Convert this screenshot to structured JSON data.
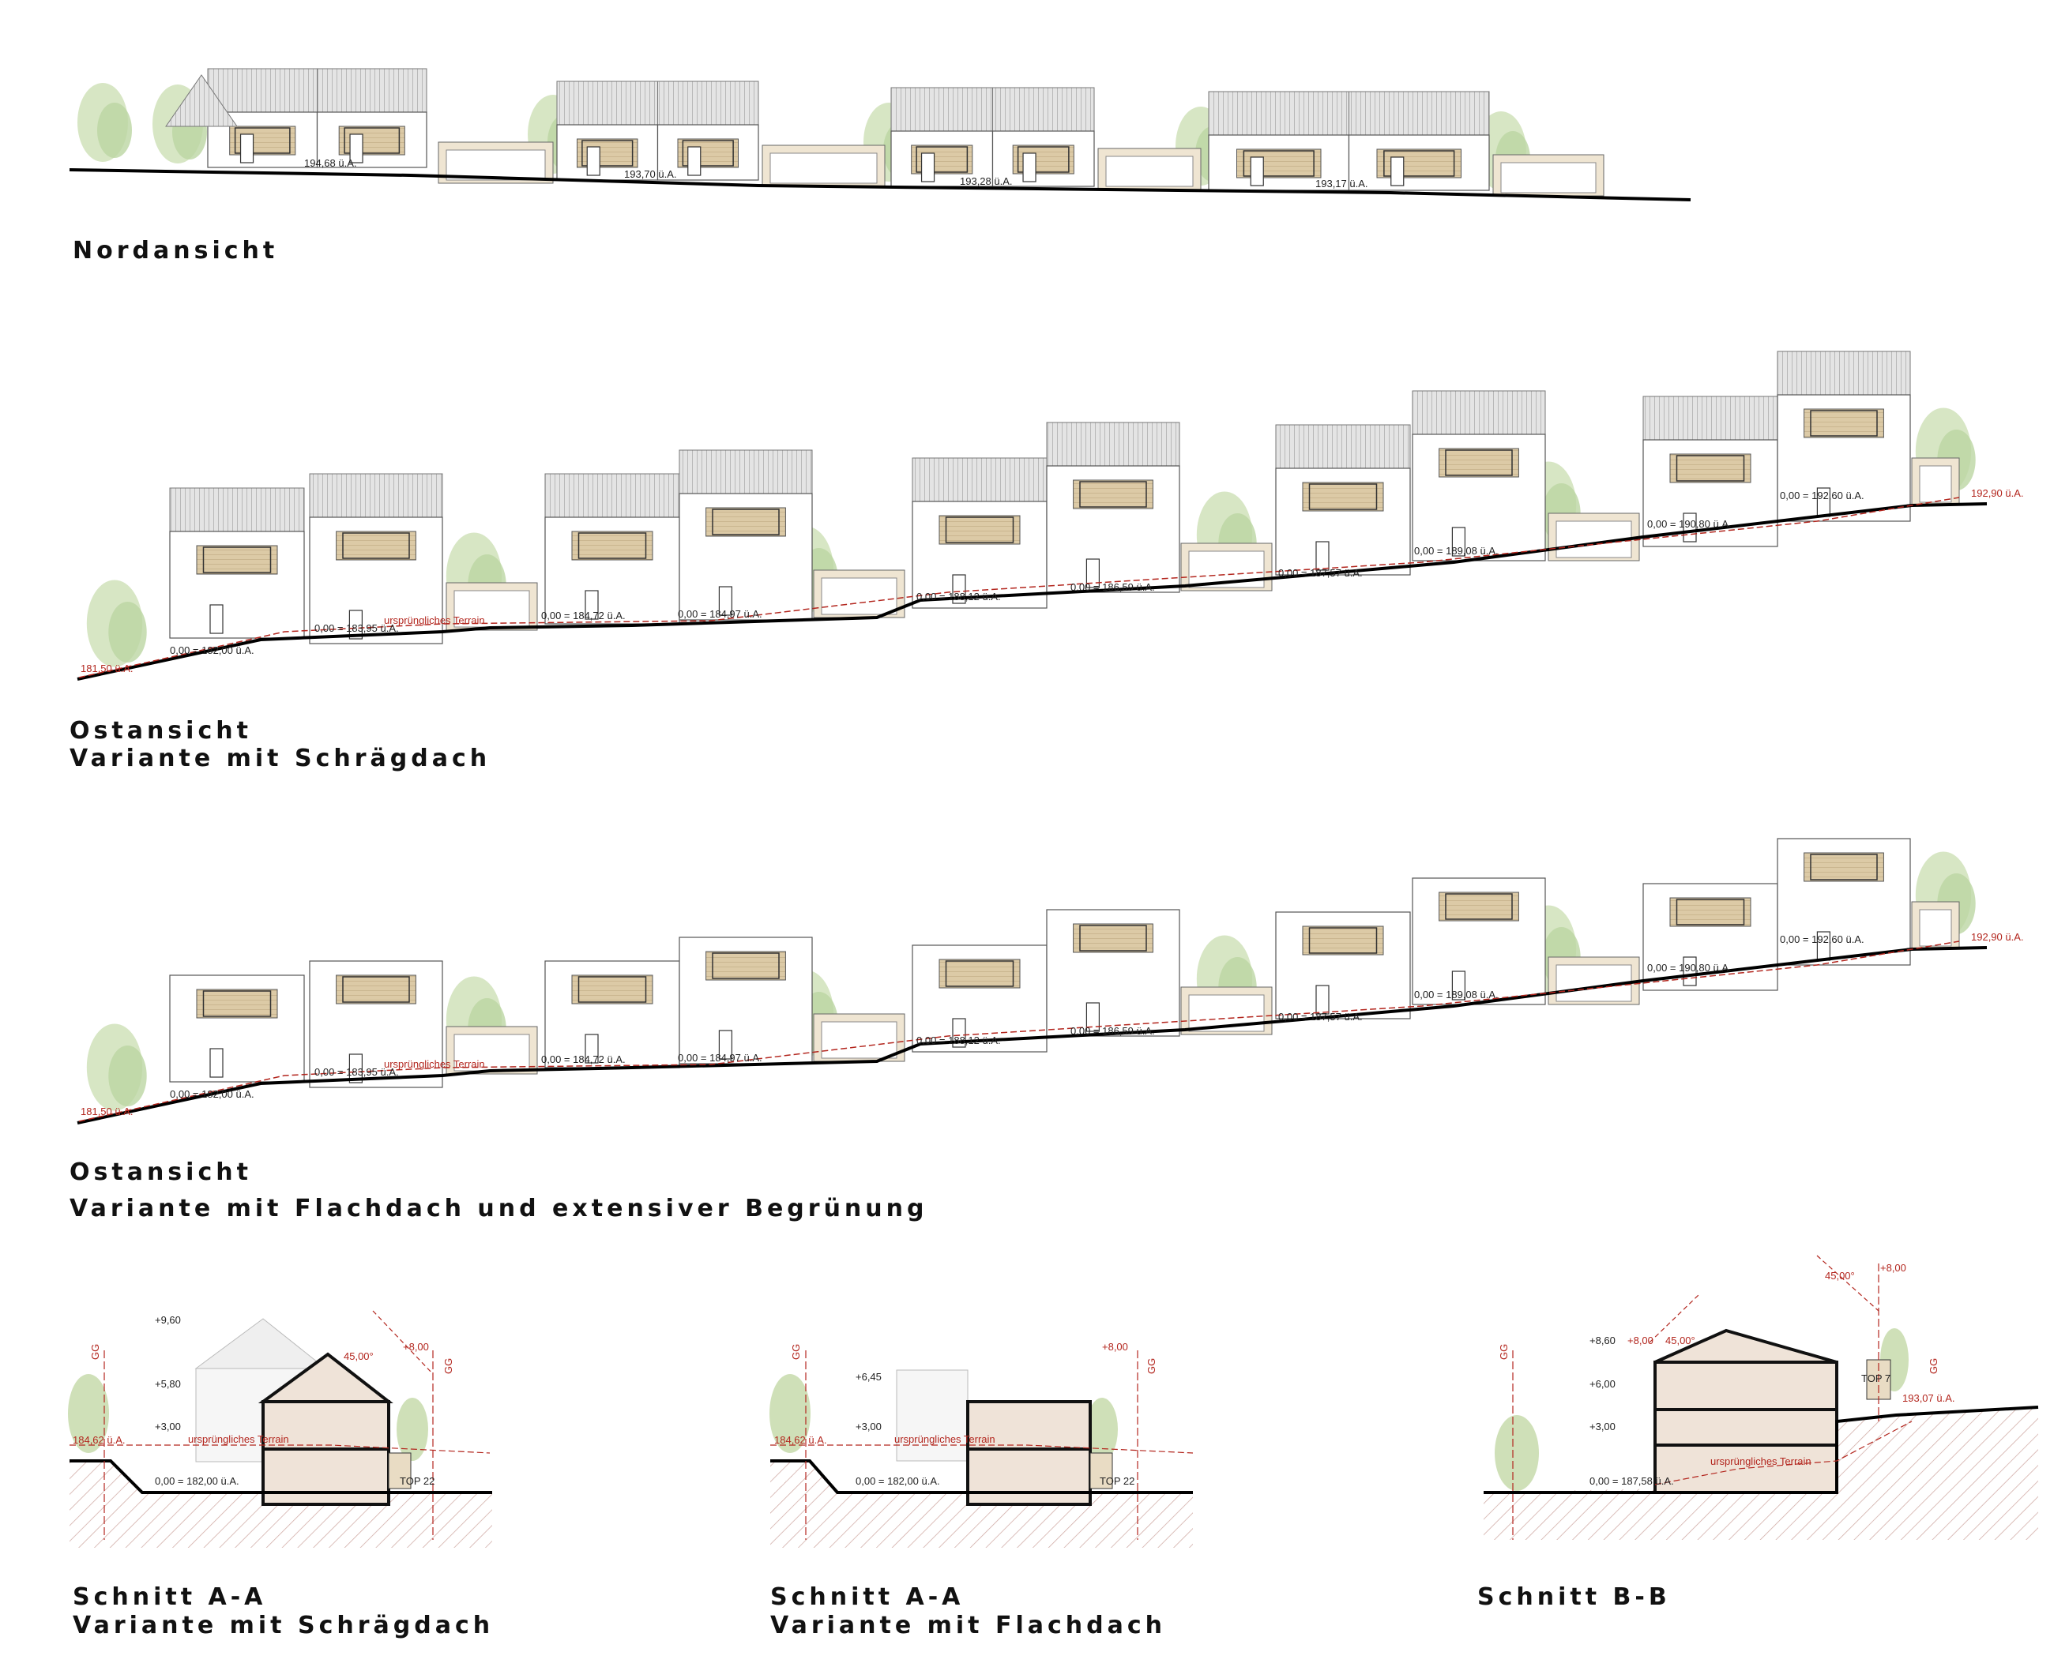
{
  "colors": {
    "roof": "#9a9a9a",
    "cladding": "#d8c8a8",
    "foliage": "#cfe0b8",
    "foliage_dark": "#a9c88e",
    "ground": "#000000",
    "terrain": "#b3261e",
    "section_fill": "#efe3d8",
    "hatch": "#c9a7a0"
  },
  "titles": {
    "north": "Nordansicht",
    "east1_a": "Ostansicht",
    "east1_b": "Variante mit Schrägdach",
    "east2_a": "Ostansicht",
    "east2_b": "Variante mit Flachdach und extensiver Begrünung",
    "sec1_a": "Schnitt A-A",
    "sec1_b": "Variante mit Schrägdach",
    "sec2_a": "Schnitt A-A",
    "sec2_b": "Variante mit Flachdach",
    "sec3": "Schnitt B-B"
  },
  "north": {
    "levels": [
      "194,68 ü.A.",
      "193,70 ü.A.",
      "193,28 ü.A.",
      "193,17 ü.A."
    ]
  },
  "east1": {
    "start_level": "181,50 ü.A.",
    "end_level": "192,90 ü.A.",
    "terrain_label": "ursprüngliches Terrain",
    "levels": [
      "0,00 = 182,00 ü.A.",
      "0,00 = 183,95 ü.A.",
      "0,00 = 184,72 ü.A.",
      "0,00 = 184,97 ü.A.",
      "0,00 = 188,12 ü.A.",
      "0,00 = 186,59 ü.A.",
      "0,00 = 187,57 ü.A.",
      "0,00 = 189,08 ü.A.",
      "0,00 = 190,80 ü.A.",
      "0,00 = 192,60 ü.A."
    ]
  },
  "east2": {
    "start_level": "181,50 ü.A.",
    "end_level": "192,90 ü.A.",
    "terrain_label": "ursprüngliches Terrain",
    "levels": [
      "0,00 = 182,00 ü.A.",
      "0,00 = 183,95 ü.A.",
      "0,00 = 184,72 ü.A.",
      "0,00 = 184,97 ü.A.",
      "0,00 = 188,12 ü.A.",
      "0,00 = 186,59 ü.A.",
      "0,00 = 187,57 ü.A.",
      "0,00 = 189,08 ü.A.",
      "0,00 = 190,80 ü.A.",
      "0,00 = 192,60 ü.A."
    ]
  },
  "sec1": {
    "h_ridge": "+9,60",
    "h_eave": "+5,80",
    "h_floor": "+3,00",
    "h_limit": "+8,00",
    "angle": "45,00°",
    "gg": "GG",
    "ext_level": "184,62 ü.A.",
    "zero": "0,00 = 182,00 ü.A.",
    "terrain": "ursprüngliches Terrain",
    "top": "TOP 22"
  },
  "sec2": {
    "h_top": "+6,45",
    "h_floor": "+3,00",
    "h_limit": "+8,00",
    "gg": "GG",
    "ext_level": "184,62 ü.A.",
    "zero": "0,00 = 182,00 ü.A.",
    "terrain": "ursprüngliches Terrain",
    "top": "TOP 22"
  },
  "sec3": {
    "h_ridge": "+8,60",
    "h_limit_a": "+8,00",
    "h_limit_b": "+8,00",
    "angle_a": "45,00°",
    "angle_b": "45,00°",
    "h_eave": "+6,00",
    "h_floor": "+3,00",
    "gg": "GG",
    "zero": "0,00 = 187,58 ü.A.",
    "terrain": "ursprüngliches Terrain",
    "top": "TOP 7",
    "ext_level": "193,07 ü.A."
  }
}
